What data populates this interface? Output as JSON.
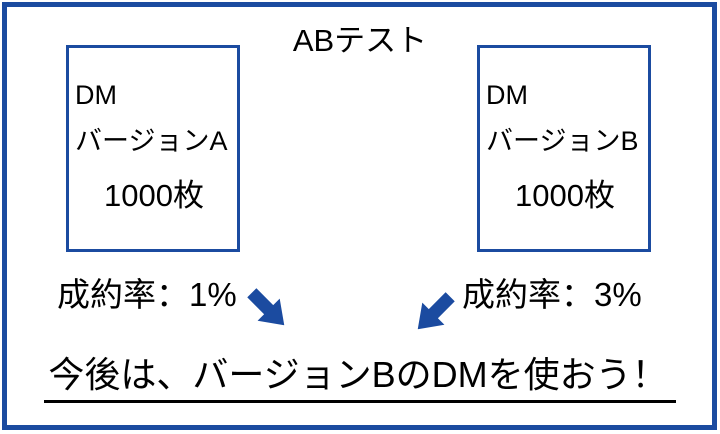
{
  "colors": {
    "accent_blue": "#1b4ba0",
    "text": "#000000",
    "background": "#ffffff"
  },
  "diagram": {
    "title": "ABテスト",
    "boxes": [
      {
        "id": "version-a",
        "line1": "DM",
        "line2": "バージョンA",
        "count": "1000枚",
        "result": "成約率：1%"
      },
      {
        "id": "version-b",
        "line1": "DM",
        "line2": "バージョンB",
        "count": "1000枚",
        "result": "成約率：3%"
      }
    ],
    "conclusion": "今後は、バージョンBのDMを使おう！"
  }
}
